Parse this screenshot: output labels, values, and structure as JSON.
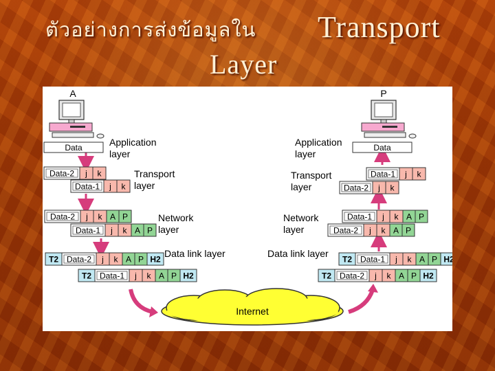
{
  "title": {
    "thai": "ตัวอย่างการส่งข้อมูลใน",
    "transport": "Transport",
    "layer": "Layer"
  },
  "diagram": {
    "host_a": "A",
    "host_p": "P",
    "application_line1": "Application",
    "layer_word": "layer",
    "transport_line1": "Transport",
    "network_line1": "Network",
    "data_link_layer": "Data link layer",
    "internet": "Internet",
    "data": "Data",
    "data1": "Data-1",
    "data2": "Data-2",
    "j": "j",
    "k": "k",
    "A": "A",
    "P": "P",
    "T2": "T2",
    "H2": "H2"
  },
  "colors": {
    "pink": "#f8b8ac",
    "green": "#92d595",
    "blue": "#c0e8f2",
    "arrow": "#d63c7c",
    "cloud": "#ffff33"
  }
}
